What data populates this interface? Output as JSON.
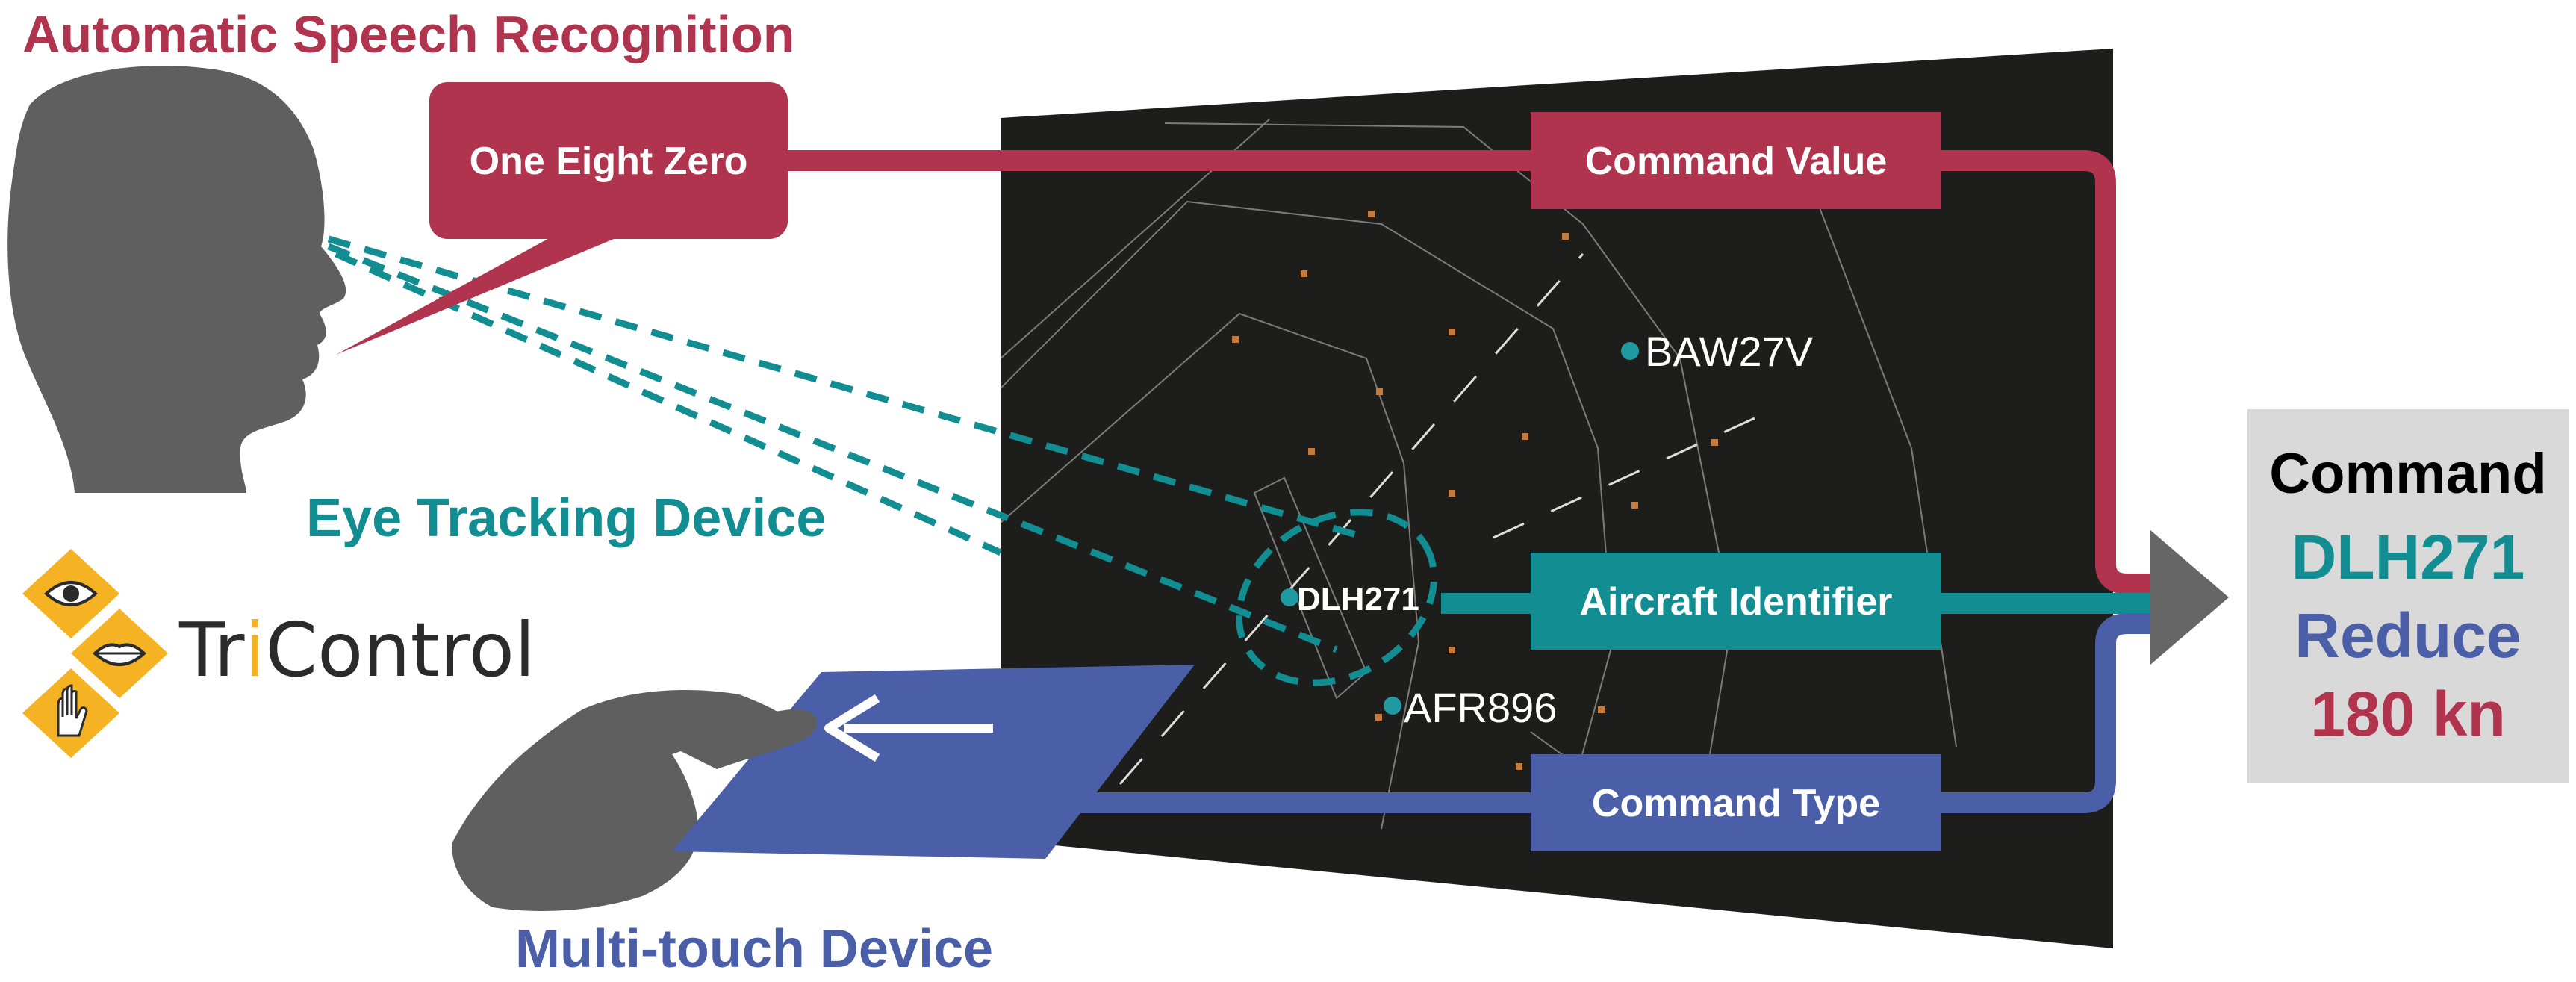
{
  "labels": {
    "asr_title": "Automatic Speech Recognition",
    "eye_tracking": "Eye Tracking Device",
    "multitouch": "Multi-touch Device",
    "speech_bubble": "One Eight Zero",
    "command_value": "Command Value",
    "aircraft_identifier": "Aircraft Identifier",
    "command_type": "Command Type"
  },
  "radar": {
    "aircraft": [
      {
        "callsign": "BAW27V"
      },
      {
        "callsign": "DLH271"
      },
      {
        "callsign": "AFR896"
      }
    ]
  },
  "logo": {
    "prefix": "Tr",
    "accent_letter": "i",
    "suffix": "Control",
    "icons": [
      "eye-icon",
      "lips-icon",
      "hand-icon"
    ]
  },
  "output": {
    "title": "Command",
    "line_identifier": "DLH271",
    "line_type": "Reduce",
    "line_value": "180 kn"
  },
  "colors": {
    "speech": "#b1344f",
    "eye": "#128e93",
    "touch": "#4a5fa8",
    "radar_bg": "#1d1d1b",
    "logo_yellow": "#f5b323",
    "silhouette": "#5f5f5f",
    "output_box": "#d9d9d9"
  }
}
